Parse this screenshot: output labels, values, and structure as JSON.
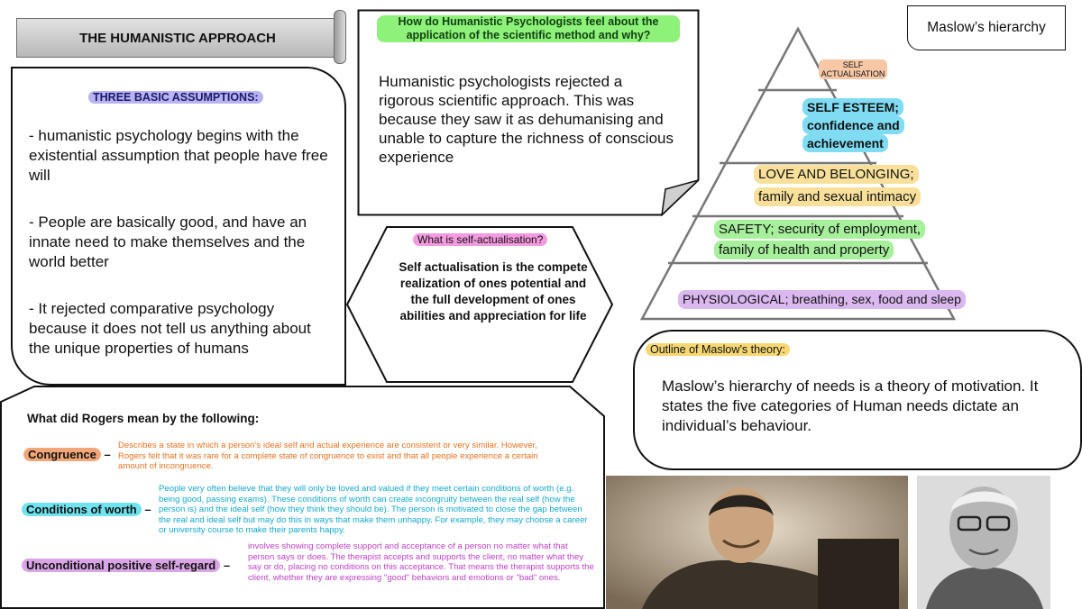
{
  "title": "THE HUMANISTIC APPROACH",
  "assumptions": {
    "heading": "THREE BASIC ASSUMPTIONS:",
    "items": [
      "- humanistic psychology begins with the existential assumption that people have free will",
      "- People are basically good, and have an innate need to make themselves and the world better",
      "- It rejected  comparative psychology because it does not tell us anything about the unique properties of humans"
    ]
  },
  "scientific_method": {
    "question": "How do Humanistic Psychologists feel about the application of the scientific method and why?",
    "answer": "Humanistic psychologists rejected a rigorous scientific approach. This was because they saw it as dehumanising and unable to capture the richness of conscious experience"
  },
  "self_actualisation": {
    "question": "What is self-actualisation?",
    "answer": "Self actualisation is the compete realization of ones potential and the full development of ones abilities and appreciation for life"
  },
  "maslow": {
    "label": "Maslow’s hierarchy",
    "tiers": [
      {
        "line1": "SELF",
        "line2": "ACTUALISATION",
        "color": "#f7c7a6"
      },
      {
        "line1": "SELF ESTEEM;",
        "line2": "confidence and",
        "line3": "achievement",
        "color": "#7fdcf3"
      },
      {
        "line1": "LOVE AND BELONGING;",
        "line2": "family and sexual intimacy",
        "color": "#f8e09a"
      },
      {
        "line1": "SAFETY; security of employment,",
        "line2": "family of health and property",
        "color": "#a6f09b"
      },
      {
        "line1": "PHYSIOLOGICAL; breathing, sex, food and sleep",
        "color": "#dcb8f1"
      }
    ]
  },
  "outline": {
    "heading": "Outline of Maslow’s theory:",
    "text": "Maslow’s hierarchy of needs is a theory of motivation. It states the five categories of Human needs dictate an individual’s behaviour."
  },
  "rogers": {
    "question": "What did Rogers mean by the following:",
    "terms": [
      {
        "term": "Congruence",
        "dash": "–",
        "definition": "Describes a state in which a person’s ideal self and actual experience are consistent or very similar. However, Rogers felt that it was rare for a complete state of congruence to exist and that all people experience a certain amount of incongruence.",
        "color": "#f3a779",
        "text_color": "#e8731f"
      },
      {
        "term": "Conditions of worth",
        "dash": "–",
        "definition": "People very often believe that they will only be loved and valued if they meet certain conditions of worth (e.g. being good, passing exams). These conditions of worth can create incongruity between the real self (how the person is) and the ideal self (how they think they should be). The person is motivated to close the gap between the real and ideal self but may do this in ways that make them unhappy. For example, they may choose a career or university course to make their parents happy.",
        "color": "#6fe3ef",
        "text_color": "#14a9cf"
      },
      {
        "term": "Unconditional positive self-regard",
        "dash": "–",
        "definition": "involves showing complete support and acceptance of a person no matter what that person says or does. The therapist accepts and supports the client, no matter what they say or do, placing no conditions on this acceptance. That means the therapist supports the client, whether they are expressing \"good\" behaviors and emotions or \"bad\" ones.",
        "color": "#d9a5e6",
        "text_color": "#c040c8"
      }
    ]
  },
  "colors": {
    "accent_purple": "#b9b3f2",
    "accent_green": "#8ef27a",
    "accent_pink": "#f49ae0",
    "accent_yellow": "#f6d773"
  }
}
